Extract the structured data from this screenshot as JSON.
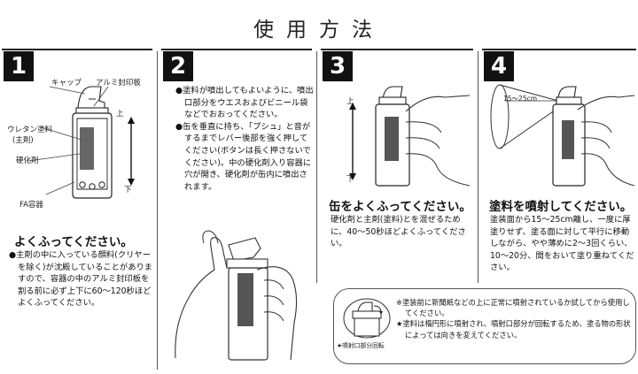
{
  "title": "使用方法",
  "steps": [
    {
      "number": "1",
      "labels": {
        "cap": "キャップ",
        "seal": "アルミ封印板",
        "urethane": "ウレタン塗料",
        "main": "(主剤)",
        "hardener": "硬化剤",
        "fa": "FA容器",
        "up": "上",
        "down": "下"
      },
      "heading": "よくふってください。",
      "body": [
        "●主剤の中に入っている顔料(クリヤーを除く)が沈殿していることがありますので、容器の中のアルミ封印板を割る前に必ず上下に60〜120秒ほどよくふってください。"
      ]
    },
    {
      "number": "2",
      "body": [
        "●塗料が噴出してもよいように、噴出口部分をウエスおよびビニール袋などでおおってください。",
        "●缶を垂直に持ち、「プシュ」と音がするまでレバー後部を強く押してください(ボタンは長く押さないでください)。中の硬化剤入り容器に穴が開き、硬化剤が缶内に噴出されます。"
      ]
    },
    {
      "number": "3",
      "labels": {
        "up": "上",
        "down": "下"
      },
      "heading": "缶をよくふってください。",
      "body": [
        "硬化剤と主剤(塗料)とを混ぜるために、40〜50秒ほどよくふってください。"
      ]
    },
    {
      "number": "4",
      "labels": {
        "distance": "15〜25cm"
      },
      "heading": "塗料を噴射してください。",
      "body": [
        "塗装面から15〜25cm離し、一度に厚塗りせず、塗る面に対して平行に移動しながら、やや薄めに2〜3回くらい、10〜20分、間をおいて塗り重ねてください。"
      ]
    }
  ],
  "note": {
    "icon_label": "★噴射口部分回転",
    "lines": [
      "※塗装前に新聞紙などの上に正常に噴射されているか試してから使用してください。",
      "★塗料は楕円形に噴射され、噴射口部分が回転するため、塗る物の形状によっては向きを変えてください。"
    ]
  }
}
